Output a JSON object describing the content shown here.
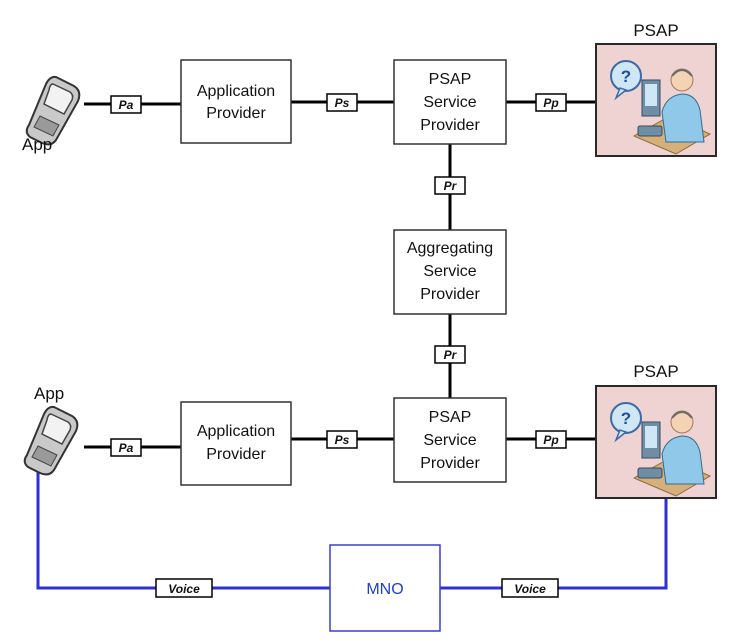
{
  "app_label": "App",
  "psap_label": "PSAP",
  "application_provider": [
    "Application",
    "Provider"
  ],
  "psap_service_provider": [
    "PSAP",
    "Service",
    "Provider"
  ],
  "aggregating_service_provider": [
    "Aggregating",
    "Service",
    "Provider"
  ],
  "mno_label": "MNO",
  "interfaces": {
    "pa": "Pa",
    "ps": "Ps",
    "pp": "Pp",
    "pr": "Pr",
    "voice": "Voice"
  },
  "colors": {
    "voice_line": "#2f2fd6",
    "psap_fill": "#efd2d2",
    "mno_border": "#3b3bd0"
  },
  "icons": {
    "app": "mobile-phone-icon",
    "psap": "call-taker-icon"
  }
}
